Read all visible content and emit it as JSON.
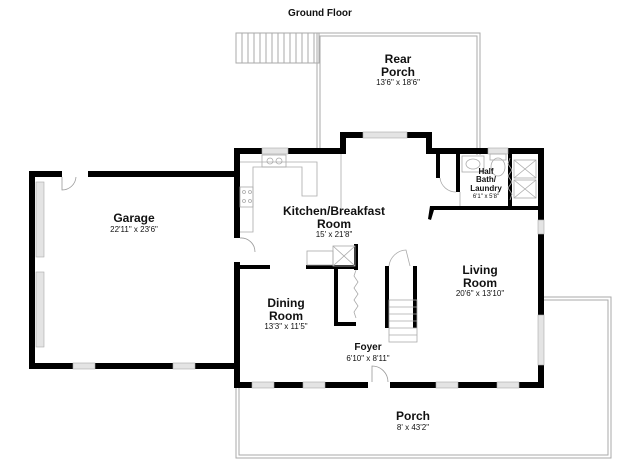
{
  "floor": {
    "title": "Ground Floor"
  },
  "rooms": [
    {
      "id": "rear-porch",
      "name": "Rear\nPorch",
      "name_lines": [
        "Rear",
        "Porch"
      ],
      "dimensions": "13'6\" x 18'6\""
    },
    {
      "id": "garage",
      "name_lines": [
        "Garage"
      ],
      "dimensions": "22'11\" x 23'6\""
    },
    {
      "id": "kitchen",
      "name_lines": [
        "Kitchen/Breakfast",
        "Room"
      ],
      "dimensions": "15' x 21'8\""
    },
    {
      "id": "half-bath",
      "name_lines": [
        "Half",
        "Bath/",
        "Laundry"
      ],
      "dimensions": "6'1\" x 5'8\""
    },
    {
      "id": "living-room",
      "name_lines": [
        "Living",
        "Room"
      ],
      "dimensions": "20'6\" x 13'10\""
    },
    {
      "id": "dining-room",
      "name_lines": [
        "Dining",
        "Room"
      ],
      "dimensions": "13'3\" x 11'5\""
    },
    {
      "id": "foyer",
      "name_lines": [
        "Foyer"
      ],
      "dimensions": "6'10\" x 8'11\""
    },
    {
      "id": "porch",
      "name_lines": [
        "Porch"
      ],
      "dimensions": "8' x 43'2\""
    }
  ],
  "colors": {
    "wall": "#000000",
    "fixture": "#aaaaaa",
    "window": "#cccccc",
    "background": "#ffffff"
  }
}
